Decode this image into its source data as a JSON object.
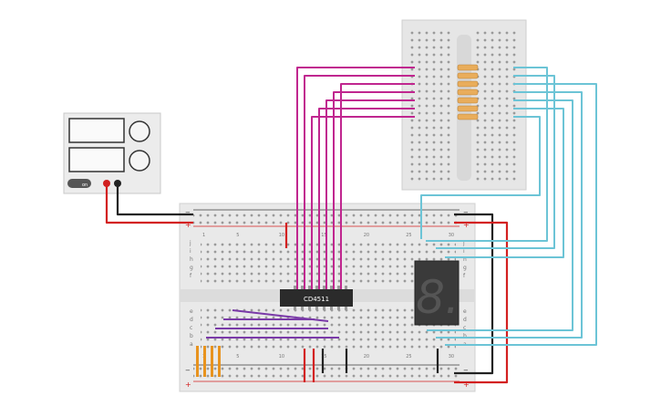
{
  "chip": {
    "label": "CD4511"
  },
  "power_supply": {
    "button_label": "on"
  },
  "breadboard_main": {
    "row_letters_top": [
      "j",
      "i",
      "h",
      "g",
      "f"
    ],
    "row_letters_bottom": [
      "e",
      "d",
      "c",
      "b",
      "a"
    ],
    "column_numbers": [
      "1",
      "",
      "",
      "",
      "5",
      "",
      "",
      "",
      "",
      "10",
      "",
      "",
      "",
      "",
      "15",
      "",
      "",
      "",
      "",
      "20",
      "",
      "",
      "",
      "",
      "25",
      "",
      "",
      "",
      "",
      "30"
    ],
    "rail_plus": "+",
    "rail_minus": "−"
  },
  "seven_segment": {
    "digit": "8."
  },
  "colors": {
    "magenta_wire": "#c0268f",
    "cyan_wire": "#6cc4d6",
    "red_wire": "#d32020",
    "black_wire": "#222222",
    "purple_wire": "#7a3aa8",
    "orange_wire": "#e8931e",
    "chip_body": "#2b2b2b",
    "board": "#e9e9e9"
  }
}
